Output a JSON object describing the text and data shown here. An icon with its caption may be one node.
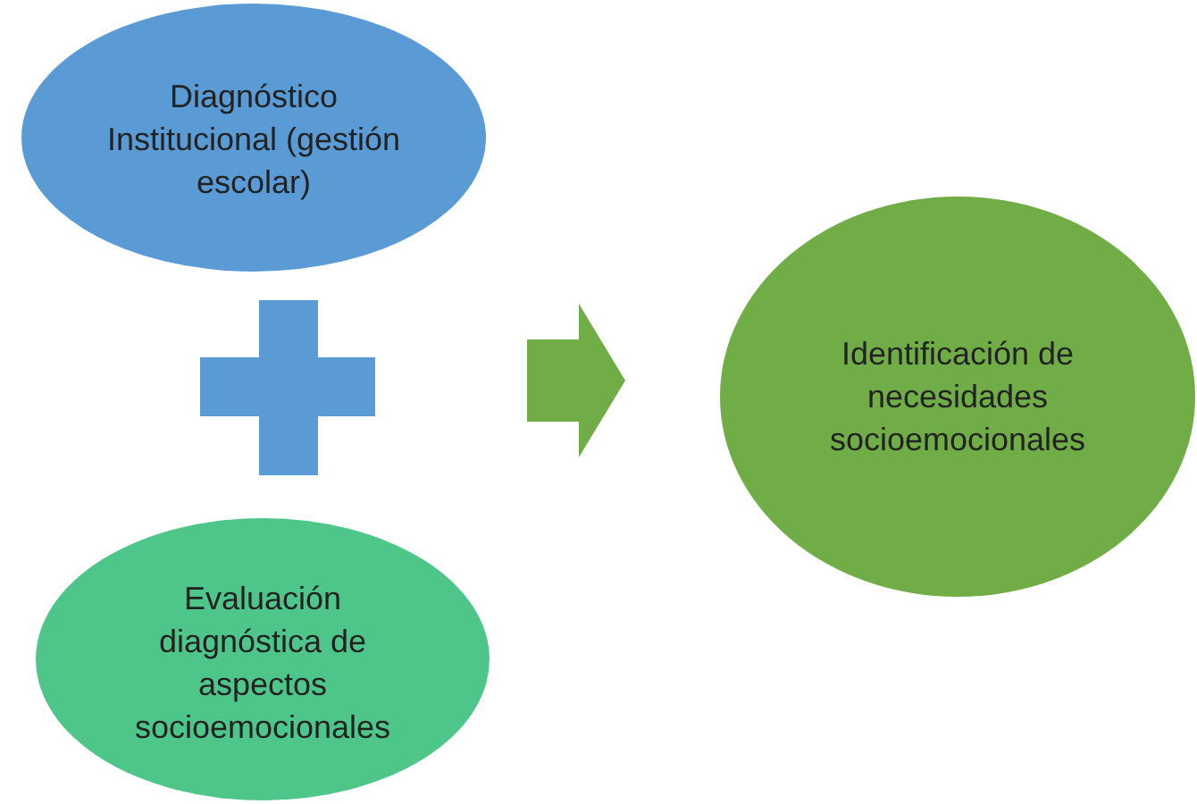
{
  "diagram": {
    "nodes": [
      {
        "text": [
          "Diagnóstico Institucional (gestión escolar)"
        ]
      },
      {
        "text": [
          "Evaluación diagnóstica de aspectos socioemocionales"
        ]
      },
      {
        "text": [
          "Identificación de necesidades socioemocionales"
        ]
      }
    ]
  }
}
